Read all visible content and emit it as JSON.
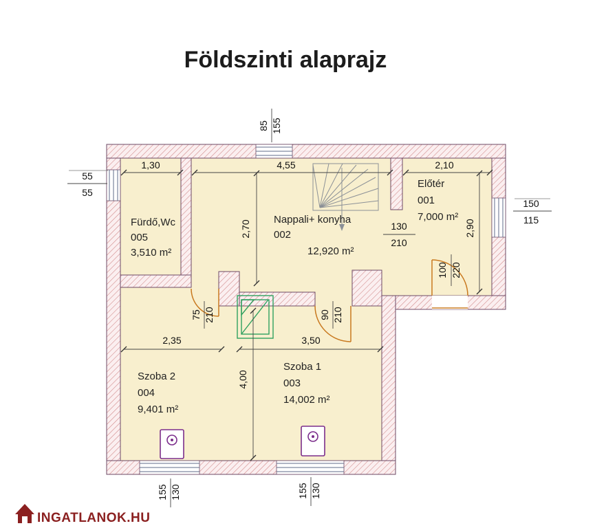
{
  "page": {
    "title": "Földszinti alaprajz"
  },
  "brand": {
    "name": "INGATLANOK.HU"
  },
  "rooms": {
    "furdo": {
      "name": "Fürdő,Wc",
      "number": "005",
      "area": "3,510 m²"
    },
    "nappali": {
      "name": "Nappali+ konyha",
      "number": "002",
      "area": "12,920 m²"
    },
    "eloter": {
      "name": "Előtér",
      "number": "001",
      "area": "7,000 m²"
    },
    "szoba2": {
      "name": "Szoba 2",
      "number": "004",
      "area": "9,401 m²"
    },
    "szoba1": {
      "name": "Szoba 1",
      "number": "003",
      "area": "14,002 m²"
    }
  },
  "dims": {
    "furdo_width": "1,30",
    "nappali_width": "4,55",
    "eloter_width": "2,10",
    "left_window_w": "55",
    "left_window_h": "55",
    "top_window_w": "85",
    "top_window_h": "155",
    "right_window_w": "150",
    "right_window_h": "115",
    "nappali_depth": "2,70",
    "eloter_depth": "2,90",
    "passage_w": "130",
    "passage_h": "210",
    "entry_w": "100",
    "entry_h": "220",
    "bath_door_w": "75",
    "bath_door_h": "210",
    "szoba1_door_w": "90",
    "szoba1_door_h": "210",
    "szoba2_width": "2,35",
    "szoba1_width": "3,50",
    "szoba1_depth": "4,00",
    "szoba2_window_w": "155",
    "szoba2_window_h": "130",
    "szoba1_window_w": "155",
    "szoba1_window_h": "130"
  },
  "colors": {
    "wall_outline": "#6d4a66",
    "wall_hatch": "#d08585",
    "floor_fill": "#f8efce",
    "door_orange": "#c8781e",
    "window_blue": "#5f6b8a",
    "fixture_green": "#2fa05f",
    "fixture_purple": "#7b2d8b",
    "brand_red": "#8b2020",
    "title_black": "#1c1c1c"
  }
}
